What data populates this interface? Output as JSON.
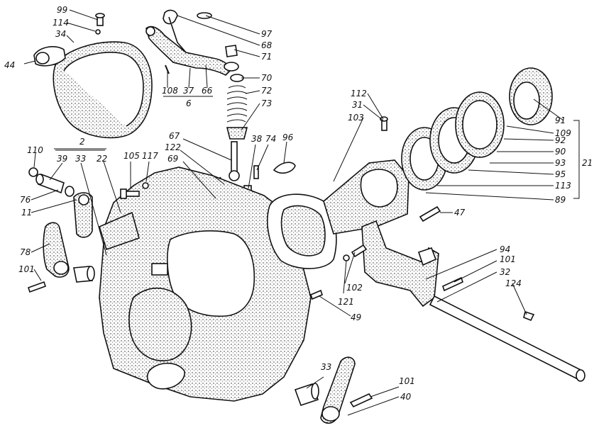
{
  "labels": {
    "l99": "99",
    "l114": "114",
    "l34": "34",
    "l44": "44",
    "l97": "97",
    "l68": "68",
    "l71": "71",
    "l70": "70",
    "l72": "72",
    "l73": "73",
    "l108": "108",
    "l37": "37",
    "l66": "66",
    "l6": "6",
    "l112": "112",
    "l31": "31",
    "l103": "103",
    "l91": "91",
    "l109": "109",
    "l92": "92",
    "l90": "90",
    "l93": "93",
    "l95": "95",
    "l113": "113",
    "l89": "89",
    "l21": "21",
    "l67": "67",
    "l122": "122",
    "l69": "69",
    "l38": "38",
    "l74": "74",
    "l96": "96",
    "l2": "2",
    "l110": "110",
    "l39": "39",
    "l33a": "33",
    "l22": "22",
    "l105": "105",
    "l117": "117",
    "l76": "76",
    "l11": "11",
    "l47": "47",
    "l78": "78",
    "l101a": "101",
    "l94": "94",
    "l101b": "101",
    "l32": "32",
    "l124": "124",
    "l102": "102",
    "l121": "121",
    "l49": "49",
    "l33b": "33",
    "l101c": "101",
    "l40": "40"
  }
}
